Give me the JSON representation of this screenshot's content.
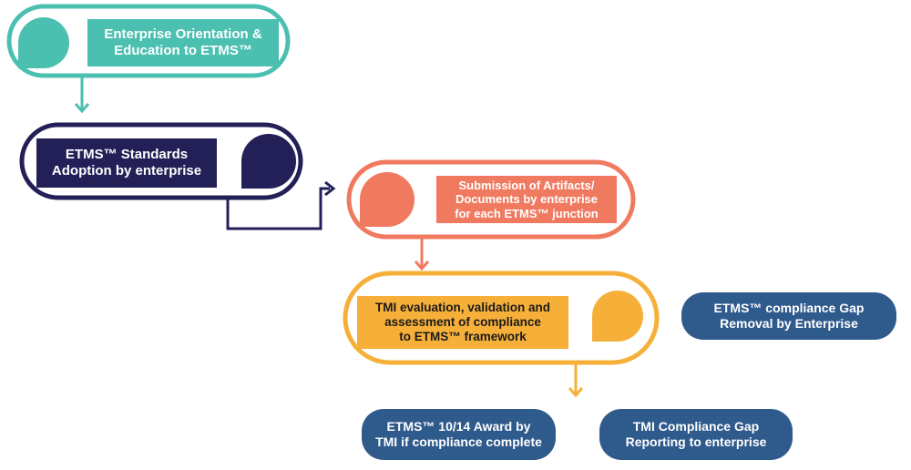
{
  "colors": {
    "teal": "#4bbfb0",
    "navy": "#232058",
    "coral": "#f07a60",
    "amber": "#f6b03a",
    "blue": "#2f5a8c"
  },
  "steps": {
    "step1": {
      "text": "Enterprise Orientation &\nEducation to ETMS™"
    },
    "step2": {
      "text": "ETMS™ Standards\nAdoption by enterprise"
    },
    "step3": {
      "text": "Submission of Artifacts/\nDocuments by enterprise\nfor each ETMS™ junction"
    },
    "step4": {
      "text": "TMI evaluation, validation and\nassessment of compliance\nto ETMS™ framework"
    }
  },
  "outcomes": {
    "gap_removal": "ETMS™ compliance Gap\nRemoval by Enterprise",
    "award": "ETMS™ 10/14 Award by\nTMI if compliance complete",
    "gap_reporting": "TMI Compliance Gap\nReporting to enterprise"
  }
}
